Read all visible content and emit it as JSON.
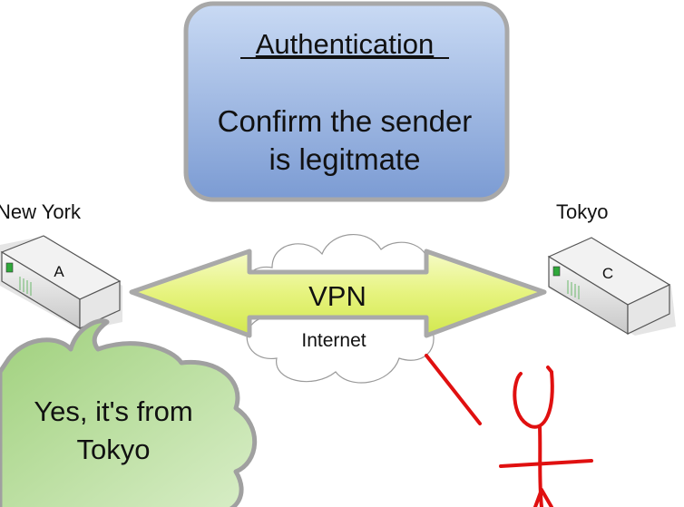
{
  "auth_box": {
    "title": "Authentication",
    "line1": "Confirm the sender",
    "line2": "is legitmate"
  },
  "sites": {
    "left_label": "New York",
    "right_label": "Tokyo",
    "left_device": "A",
    "right_device": "C"
  },
  "tunnel": {
    "label": "VPN",
    "network": "Internet"
  },
  "thought": {
    "line1": "Yes, it's from",
    "line2": "Tokyo"
  },
  "colors": {
    "box_top": "#c4d6f2",
    "box_bottom": "#7d9dd4",
    "arrow": "#e4f27a",
    "thought": "#b2da94",
    "annotation": "#e01010"
  }
}
